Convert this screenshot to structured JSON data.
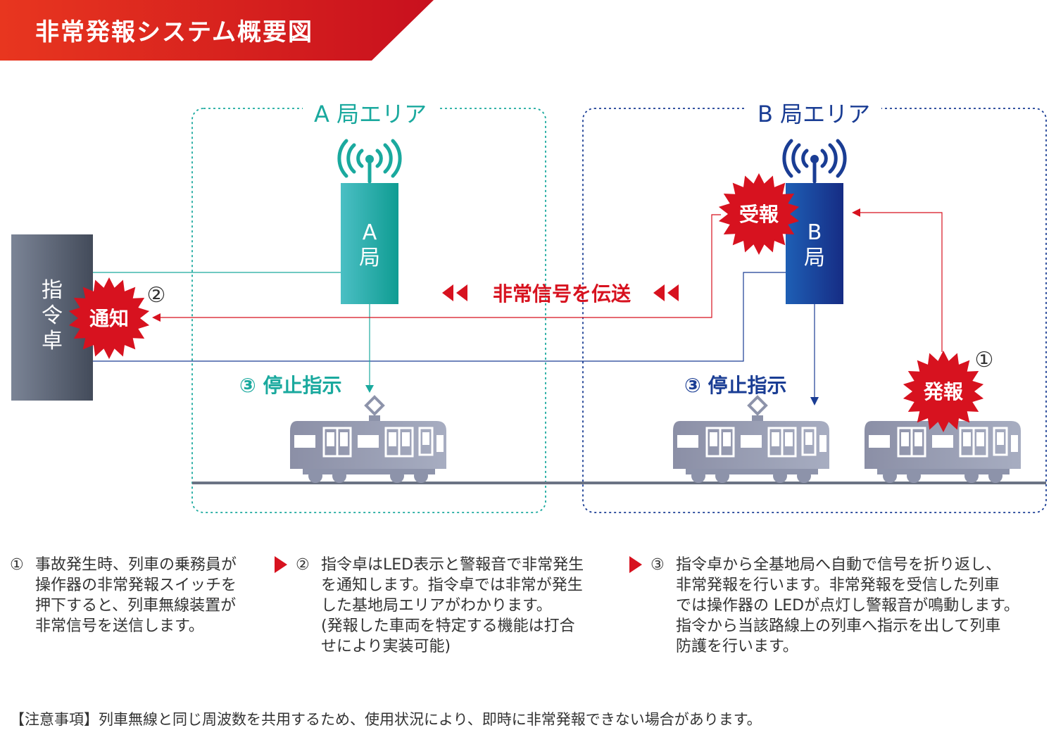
{
  "title": "非常発報システム概要図",
  "areas": {
    "a_label": "A 局エリア",
    "b_label": "B 局エリア"
  },
  "stations": {
    "a_top": "A",
    "a_bottom": "局",
    "b_top": "B",
    "b_bottom": "局"
  },
  "dispatcher": {
    "line1": "指",
    "line2": "令",
    "line3": "卓"
  },
  "badges": {
    "notify": "通知",
    "receive": "受報",
    "alarm": "発報"
  },
  "markers": {
    "one": "①",
    "two": "②"
  },
  "signal_label": "非常信号を伝送",
  "stop_a": "③ 停止指示",
  "stop_b": "③ 停止指示",
  "steps": [
    {
      "num": "①",
      "lines": [
        "事故発生時、列車の乗務員が",
        "操作器の非常発報スイッチを",
        "押下すると、列車無線装置が",
        "非常信号を送信します。"
      ]
    },
    {
      "num": "②",
      "lines": [
        "指令卓はLED表示と警報音で非常発生",
        "を通知します。指令卓では非常が発生",
        "した基地局エリアがわかります。",
        "(発報した車両を特定する機能は打合",
        "せにより実装可能)"
      ]
    },
    {
      "num": "③",
      "lines": [
        "指令卓から全基地局へ自動で信号を折り返し、",
        "非常発報を行います。非常発報を受信した列車",
        "では操作器の LEDが点灯し警報音が鳴動します。",
        "指令から当該路線上の列車へ指示を出して列車",
        "防護を行います。"
      ]
    }
  ],
  "note": "【注意事項】列車無線と同じ周波数を共用するため、使用状況により、即時に非常発報できない場合があります。",
  "colors": {
    "red": "#d7121f",
    "teal": "#1aa99e",
    "navy": "#1a3d94",
    "dispatcher": "#55606f",
    "train": "#8d93aa",
    "rail": "#6b7384"
  }
}
